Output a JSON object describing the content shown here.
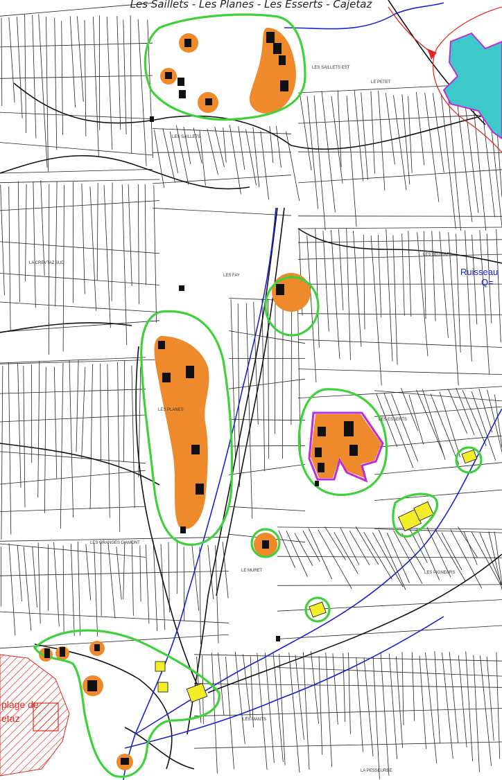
{
  "map": {
    "title": "Les Saillets - Les Planes - Les Esserts - Cajetaz",
    "places": [
      {
        "id": "saillets-est",
        "label": "LES SAILLETS EST"
      },
      {
        "id": "le-petet",
        "label": "LE PETET"
      },
      {
        "id": "les-saillets",
        "label": "LES SAILLETS"
      },
      {
        "id": "les-beurres",
        "label": "LES BEURRES"
      },
      {
        "id": "la-crevtaz-sud",
        "label": "LA CREVTAZ SUD"
      },
      {
        "id": "les-fay",
        "label": "LES FAY"
      },
      {
        "id": "les-planes",
        "label": "LES PLANES"
      },
      {
        "id": "les-esserts",
        "label": "LES ESSERTS"
      },
      {
        "id": "les-granges-damont",
        "label": "LES GRANGES D'AMONT"
      },
      {
        "id": "le-muret",
        "label": "LE MURET"
      },
      {
        "id": "les-pigneurs",
        "label": "LES PIGNEURS"
      },
      {
        "id": "les-mants",
        "label": "LES MANTS"
      },
      {
        "id": "la-pesseurbe",
        "label": "LA PESSEURBE"
      }
    ],
    "stream_label": "Ruisseau",
    "stream_label_2": "Q=",
    "hatched_label_1": "plage de",
    "hatched_label_2": "etaz",
    "colors": {
      "settlement_fill": "#ef8a2c",
      "boundary_green": "#3ed23a",
      "stream_blue": "#1a22d0",
      "purple_outline": "#c22ad8",
      "red_limit": "#e0281e",
      "cyan_zone": "#3ec9c9",
      "yellow_highlight": "#f4ee2a",
      "building": "#111111"
    }
  }
}
